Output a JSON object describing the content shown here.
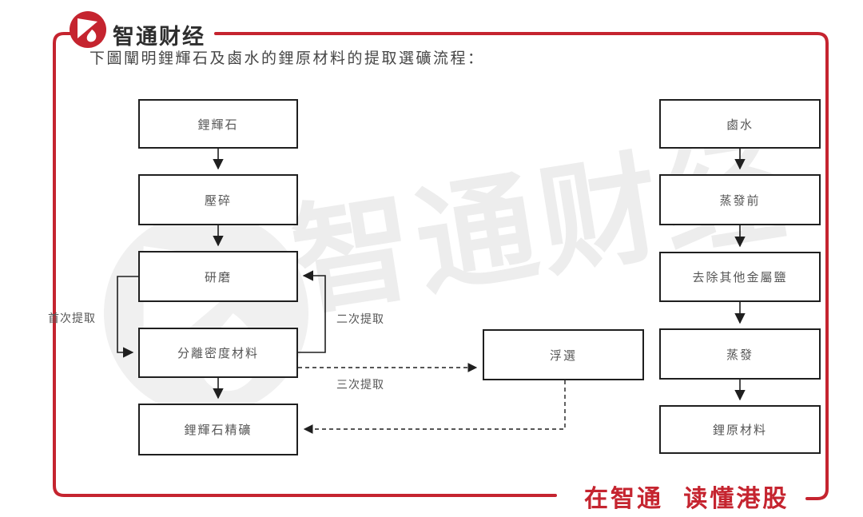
{
  "brand": {
    "name": "智通财经"
  },
  "caption": "下圖闡明鋰輝石及鹵水的鋰原材料的提取選礦流程：",
  "watermark": {
    "text": "智通财经"
  },
  "slogan": "在智通 读懂港股",
  "colors": {
    "accent": "#c5242f",
    "line": "#1f1f1f",
    "box_text": "#565656",
    "watermark": "#ededed"
  },
  "flow": {
    "left": [
      {
        "id": "spodumene",
        "label": "鋰輝石"
      },
      {
        "id": "crushing",
        "label": "壓碎"
      },
      {
        "id": "grinding",
        "label": "研磨"
      },
      {
        "id": "density-separation",
        "label": "分離密度材料"
      },
      {
        "id": "spodumene-concentrate",
        "label": "鋰輝石精礦"
      }
    ],
    "middle": [
      {
        "id": "flotation",
        "label": "浮選"
      }
    ],
    "right": [
      {
        "id": "brine",
        "label": "鹵水"
      },
      {
        "id": "pre-evaporation",
        "label": "蒸發前"
      },
      {
        "id": "remove-other-metal-salts",
        "label": "去除其他金屬鹽"
      },
      {
        "id": "evaporation",
        "label": "蒸發"
      },
      {
        "id": "lithium-raw-material",
        "label": "鋰原材料"
      }
    ],
    "edge_labels": {
      "first": "首次提取",
      "second": "二次提取",
      "third": "三次提取"
    }
  }
}
